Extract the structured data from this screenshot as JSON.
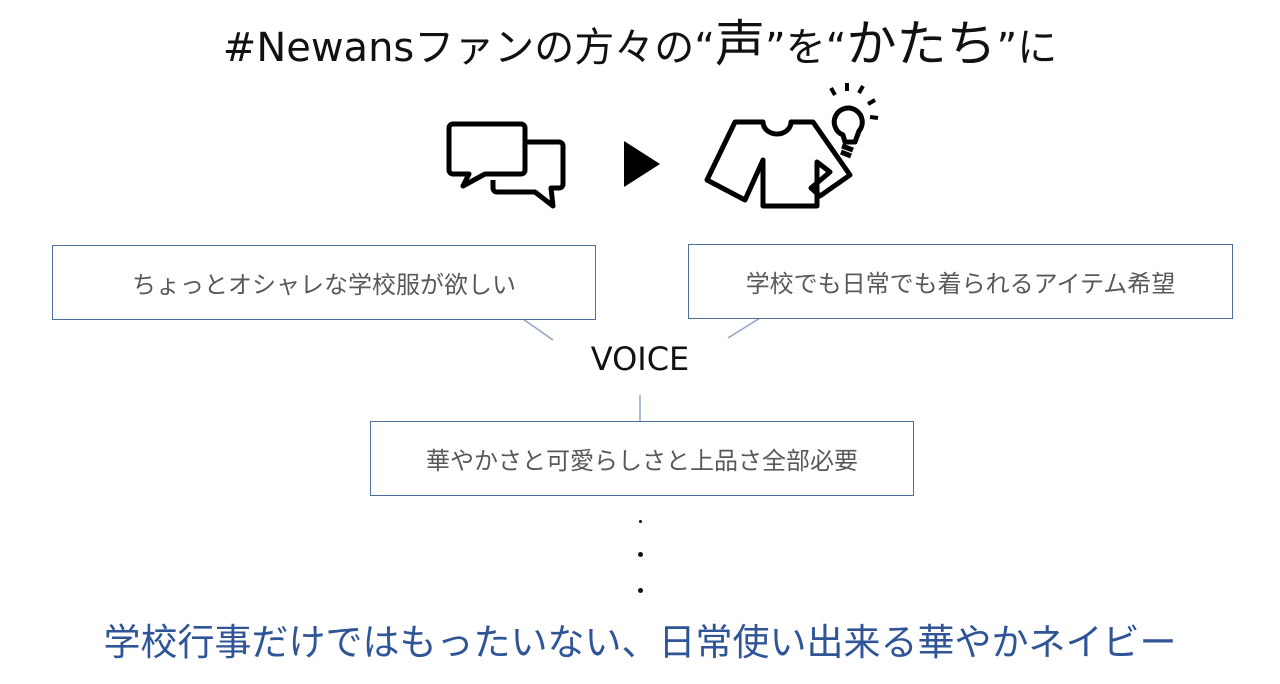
{
  "title": {
    "prefix": "#Newansファンの方々の",
    "q1o": "“",
    "voice_word": "声",
    "q1c": "”",
    "mid": "を",
    "q2o": "“",
    "shape_word": "かたち",
    "q2c": "”",
    "suffix": "に"
  },
  "icons": [
    "speech-bubbles-icon",
    "play-arrow-icon",
    "shirt-with-lightbulb-icon"
  ],
  "voices": [
    "ちょっとオシャレな学校服が欲しい",
    "学校でも日常でも着られるアイテム希望",
    "華やかさと可愛らしさと上品さ全部必要"
  ],
  "center_label": "VOICE",
  "conclusion": "学校行事だけではもったいない、日常使い出来る華やかネイビー",
  "colors": {
    "accent": "#2f5597",
    "box_border": "#4f6fa0",
    "box_text": "#595959"
  }
}
